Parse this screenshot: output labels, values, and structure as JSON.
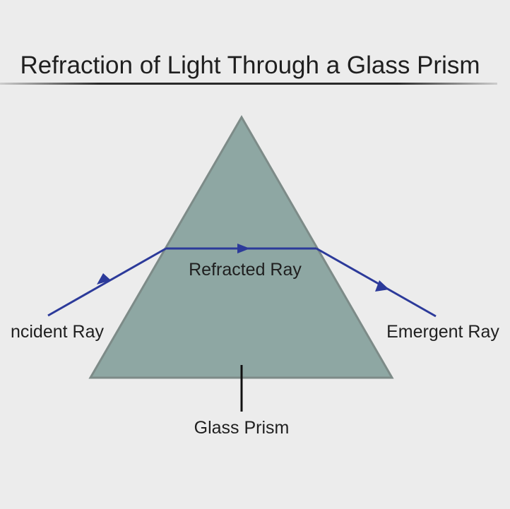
{
  "title": "Refraction of Light Through a Glass Prism",
  "labels": {
    "refracted_ray": "Refracted Ray",
    "incident_ray": "ncident Ray",
    "emergent_ray": "Emergent Ray",
    "glass_prism": "Glass Prism"
  },
  "colors": {
    "background": "#ececec",
    "prism_fill": "#8ea7a3",
    "prism_edge": "#7d8b88",
    "ray": "#2c3a9a",
    "text": "#1f1f1f"
  }
}
